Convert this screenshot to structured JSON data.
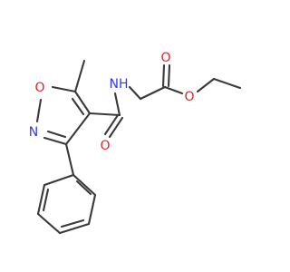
{
  "colors": {
    "bond": "#3a3a3a",
    "oxygen": "#e8231c",
    "nitrogen": "#2b3cf0"
  },
  "atoms": [
    {
      "id": "O1",
      "label": "O",
      "element": "oxygen"
    },
    {
      "id": "N1",
      "label": "N",
      "element": "nitrogen"
    },
    {
      "id": "O2",
      "label": "O",
      "element": "oxygen"
    },
    {
      "id": "N2",
      "label": "NH",
      "element": "nitrogen"
    },
    {
      "id": "O3",
      "label": "O",
      "element": "oxygen"
    },
    {
      "id": "O4",
      "label": "O",
      "element": "oxygen"
    }
  ]
}
